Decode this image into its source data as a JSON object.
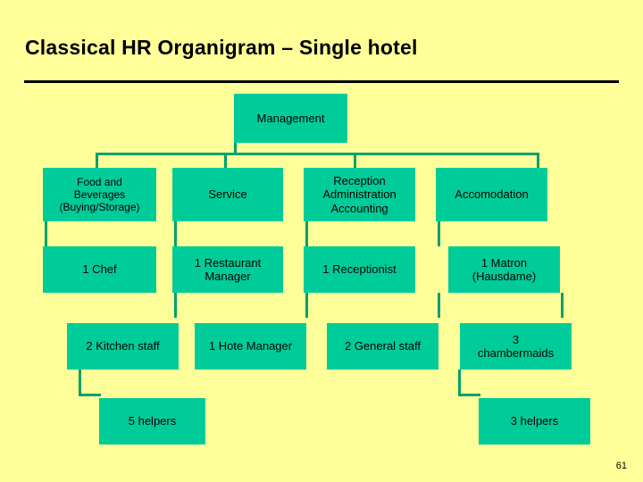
{
  "slide": {
    "title": "Classical HR Organigram – Single hotel",
    "page_number": "61",
    "colors": {
      "background": "#ffff99",
      "node_fill": "#00cc99",
      "connector": "#00a06e",
      "text": "#000000"
    }
  },
  "chart_data": {
    "type": "diagram",
    "title": "Classical HR Organigram – Single hotel",
    "nodes": [
      {
        "id": "management",
        "label": "Management",
        "level": 0,
        "column": "root"
      },
      {
        "id": "fb",
        "label": "Food and Beverages (Buying/Storage)",
        "level": 1,
        "column": 1
      },
      {
        "id": "service",
        "label": "Service",
        "level": 1,
        "column": 2
      },
      {
        "id": "reception",
        "label": "Reception Administration Accounting",
        "level": 1,
        "column": 3
      },
      {
        "id": "accomodation",
        "label": "Accomodation",
        "level": 1,
        "column": 4
      },
      {
        "id": "chef",
        "label": "1 Chef",
        "level": 2,
        "column": 1
      },
      {
        "id": "restaurant-manager",
        "label": "1 Restaurant Manager",
        "level": 2,
        "column": 2
      },
      {
        "id": "receptionist",
        "label": "1 Receptionist",
        "level": 2,
        "column": 3
      },
      {
        "id": "matron",
        "label": "1 Matron (Hausdame)",
        "level": 2,
        "column": 4
      },
      {
        "id": "kitchen-staff",
        "label": "2 Kitchen staff",
        "level": 3,
        "column": 1
      },
      {
        "id": "hote-manager",
        "label": "1 Hote Manager",
        "level": 3,
        "column": 2
      },
      {
        "id": "general-staff",
        "label": "2 General staff",
        "level": 3,
        "column": 3
      },
      {
        "id": "chambermaids",
        "label": "3 chambermaids",
        "level": 3,
        "column": 4
      },
      {
        "id": "helpers",
        "label": "5 helpers",
        "level": 4,
        "column": 1
      },
      {
        "id": "three-helpers",
        "label": "3 helpers",
        "level": 4,
        "column": 4
      }
    ]
  },
  "nodes": {
    "management": "Management",
    "fb_line1": "Food and",
    "fb_line2": "Beverages",
    "fb_line3": "(Buying/Storage)",
    "service": "Service",
    "reception_line1": "Reception",
    "reception_line2": "Administration",
    "reception_line3": "Accounting",
    "accomodation": "Accomodation",
    "chef": "1 Chef",
    "restaurant_manager_line1": "1 Restaurant",
    "restaurant_manager_line2": "Manager",
    "receptionist": "1 Receptionist",
    "matron_line1": "1 Matron",
    "matron_line2": "(Hausdame)",
    "kitchen_staff": "2 Kitchen staff",
    "hote_manager": "1 Hote Manager",
    "general_staff": "2 General staff",
    "chambermaids_line1": "3",
    "chambermaids_line2": "chambermaids",
    "helpers": "5 helpers",
    "three_helpers": "3 helpers"
  }
}
